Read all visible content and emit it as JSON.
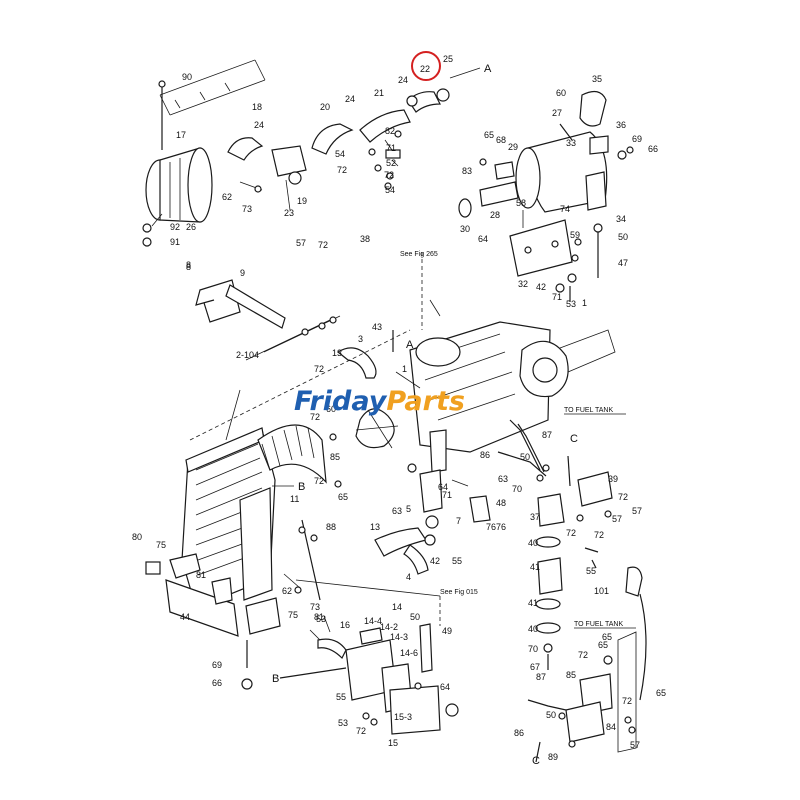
{
  "watermark": {
    "part1": "Friday",
    "part2": "Parts",
    "color1": "#1f5fb0",
    "color2": "#f0a020"
  },
  "highlight": {
    "label": "22",
    "color": "#d42020"
  },
  "notes": {
    "see_fig_265": "See Fig 265",
    "see_fig_015": "See Fig 015",
    "to_fuel_tank_1": "TO FUEL TANK",
    "to_fuel_tank_2": "TO FUEL TANK"
  },
  "connectors": {
    "A_top": "A",
    "A_engine": "A",
    "B_radiator": "B",
    "B_hose": "B",
    "C_right": "C",
    "C_bottom": "C"
  },
  "part_labels": [
    "90",
    "17",
    "92",
    "91",
    "26",
    "18",
    "24",
    "62",
    "73",
    "23",
    "19",
    "20",
    "24",
    "21",
    "82",
    "54",
    "71",
    "52",
    "72",
    "72",
    "54",
    "24",
    "25",
    "65",
    "68",
    "29",
    "83",
    "35",
    "60",
    "36",
    "69",
    "66",
    "27",
    "33",
    "30",
    "28",
    "58",
    "74",
    "34",
    "64",
    "59",
    "50",
    "47",
    "32",
    "42",
    "71",
    "53",
    "1",
    "57",
    "72",
    "38",
    "8",
    "9",
    "2-104",
    "43",
    "3",
    "13",
    "72",
    "1",
    "72",
    "60",
    "72",
    "85",
    "65",
    "80",
    "75",
    "81",
    "62",
    "73",
    "81",
    "88",
    "44",
    "69",
    "66",
    "11",
    "75",
    "53",
    "16",
    "14",
    "14-4",
    "14-2",
    "14-3",
    "14-6",
    "50",
    "49",
    "53",
    "63",
    "71",
    "64",
    "5",
    "7",
    "42",
    "55",
    "13",
    "4",
    "48",
    "76",
    "50",
    "87",
    "86",
    "63",
    "70",
    "37",
    "40",
    "72",
    "41",
    "41",
    "40",
    "70",
    "67",
    "101",
    "72",
    "65",
    "39",
    "72",
    "57",
    "57",
    "55",
    "72",
    "65",
    "85",
    "87",
    "50",
    "86",
    "89",
    "84",
    "72",
    "57",
    "65",
    "15-3",
    "15",
    "55",
    "72",
    "64",
    "76",
    "8"
  ]
}
